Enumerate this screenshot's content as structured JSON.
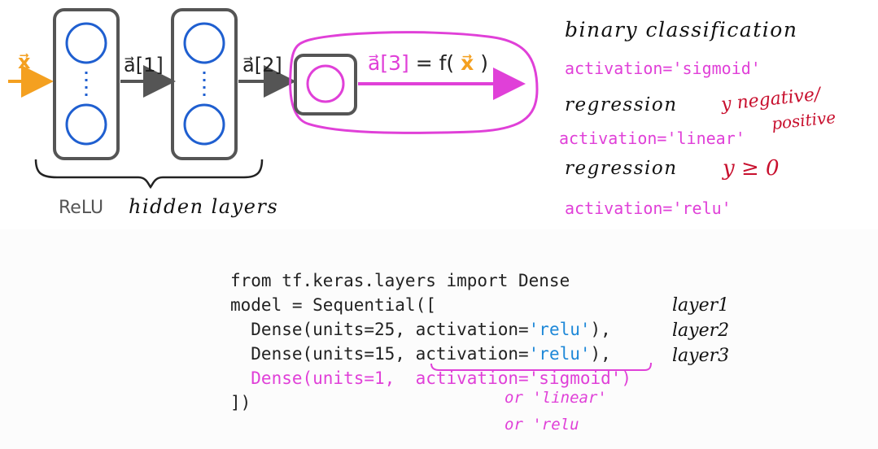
{
  "diagram": {
    "input_label": "x⃗",
    "hidden_label_1": "a⃗[1]",
    "hidden_label_2": "a⃗[2]",
    "output_label_a": "a⃗[3]",
    "output_label_eq": "= f(",
    "output_label_x": "x⃗",
    "output_label_close": ")",
    "relu_label": "ReLU",
    "hidden_layers_label": "hidden layers"
  },
  "notes": {
    "binary_classification": "binary classification",
    "activation_sigmoid": "activation='sigmoid'",
    "regression_1": "regression",
    "y_negative_positive_1": "y negative/",
    "y_negative_positive_2": "positive",
    "activation_linear": "activation='linear'",
    "regression_2": "regression",
    "y_geq_zero": "y ≥ 0",
    "activation_relu": "activation='relu'"
  },
  "code": {
    "line1": "from tf.keras.layers import Dense",
    "line2": "model = Sequential([",
    "line3_pre": "  Dense(units=25, activation=",
    "line3_val": "'relu'",
    "line3_post": "),",
    "line4_pre": "  Dense(units=15, activation=",
    "line4_val": "'relu'",
    "line4_post": "),",
    "line5": "  Dense(units=1,  activation='sigmoid')",
    "line6": "])"
  },
  "layer_labels": [
    "layer1",
    "layer2",
    "layer3"
  ],
  "alternatives": {
    "alt1": "or 'linear'",
    "alt2": "or 'relu"
  },
  "colors": {
    "input": "#f4a020",
    "neuron": "#1f5fd0",
    "output": "#e040d8",
    "box": "#555555",
    "arrow": "#555555",
    "handwriting": "#111111",
    "red_note": "#c8102e"
  }
}
